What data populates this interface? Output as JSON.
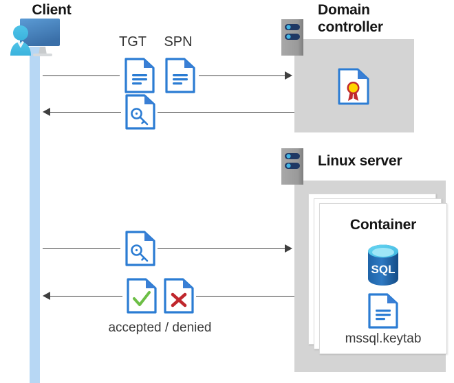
{
  "diagram": {
    "title_client": "Client",
    "nodes": {
      "client": {
        "label": "Client",
        "icon": "client-computer-user-icon"
      },
      "domain_controller": {
        "label_line1": "Domain",
        "label_line2": "controller",
        "icon": "server-rack-icon",
        "contents": [
          {
            "label": "",
            "icon": "certificate-document-icon"
          }
        ]
      },
      "linux_server": {
        "label": "Linux server",
        "icon": "server-rack-icon",
        "container": {
          "label": "Container",
          "items": [
            {
              "label": "",
              "icon": "sql-database-icon",
              "text": "SQL"
            },
            {
              "label": "mssql.keytab",
              "icon": "keytab-document-icon"
            }
          ]
        }
      }
    },
    "messages": [
      {
        "id": "msg-tgt-spn-request",
        "direction": "right",
        "from": "client",
        "to": "domain-controller",
        "labels": [
          "TGT",
          "SPN"
        ],
        "icons": [
          "tgt-document-icon",
          "spn-document-icon"
        ]
      },
      {
        "id": "msg-service-ticket-response",
        "direction": "left",
        "from": "domain-controller",
        "to": "client",
        "labels": [],
        "icons": [
          "service-ticket-key-document-icon"
        ]
      },
      {
        "id": "msg-service-ticket-presented",
        "direction": "right",
        "from": "client",
        "to": "linux-server",
        "labels": [],
        "icons": [
          "service-ticket-key-document-icon"
        ]
      },
      {
        "id": "msg-auth-result",
        "direction": "left",
        "from": "linux-server",
        "to": "client",
        "caption": "accepted / denied",
        "icons": [
          "accepted-check-document-icon",
          "denied-cross-document-icon"
        ]
      }
    ],
    "colors": {
      "accent_blue": "#2B7CD3",
      "doc_fold_blue": "#3A7FD5",
      "lifeline_blue": "#B7D7F4",
      "panel_gray": "#D4D4D4",
      "rack_gray": "#9E9E9E",
      "rack_bar_navy": "#1F3864",
      "rack_dot_blue": "#41B6E6",
      "accept_green": "#6CBE45",
      "deny_red": "#C0272D",
      "cert_gold": "#FFD400",
      "cert_ribbon_red": "#C0272D",
      "sql_blue": "#1E63A8",
      "arrow_gray": "#3F3F3F"
    }
  }
}
